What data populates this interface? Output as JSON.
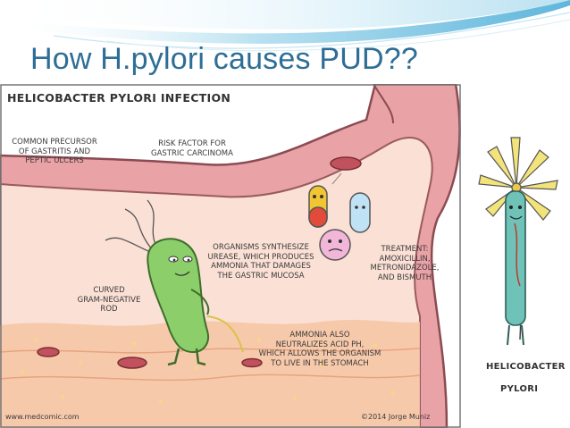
{
  "slide": {
    "title": "How H.pylori causes PUD??"
  },
  "comic": {
    "heading": "HELICOBACTER PYLORI INFECTION",
    "precursor": "COMMON PRECURSOR\nOF GASTRITIS AND\nPEPTIC ULCERS",
    "risk": "RISK FACTOR FOR\nGASTRIC CARCINOMA",
    "curved": "CURVED\nGRAM-NEGATIVE\nROD",
    "urease": "ORGANISMS SYNTHESIZE\nUREASE, WHICH PRODUCES\nAMMONIA THAT DAMAGES\nTHE GASTRIC MUCOSA",
    "treatment": "TREATMENT:\nAMOXICILLIN,\nMETRONIDAZOLE,\nAND BISMUTH",
    "ammonia": "AMMONIA ALSO\nNEUTRALIZES ACID PH,\nWHICH ALLOWS THE ORGANISM\nTO LIVE IN THE STOMACH",
    "website": "www.medcomic.com",
    "copyright": "©2014 Jorge Muniz"
  },
  "side_cartoon": {
    "label_line1": "HELICOBACTER",
    "label_line2": "PYLORI"
  },
  "colors": {
    "title": "#2e6e96",
    "stomach_wall": "#e9a2a6",
    "stomach_inner": "#fbe0d5",
    "bacterium": "#8ccf6a",
    "swoosh": "#7fc6e2"
  }
}
